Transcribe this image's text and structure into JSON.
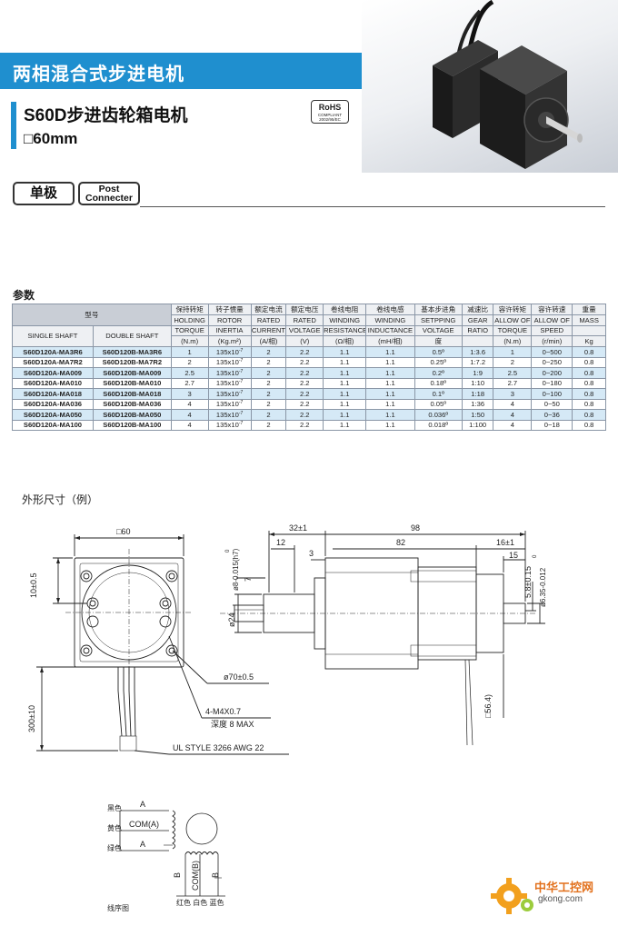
{
  "header": {
    "category": "两相混合式步进电机",
    "model_title": "S60D步进齿轮箱电机",
    "size_box": "□",
    "size_value": "60mm",
    "rohs_main": "RoHS",
    "rohs_sub1": "COMPLIANT",
    "rohs_sub2": "2002/95/EC"
  },
  "buttons": {
    "single": "单极",
    "post_line1": "Post",
    "post_line2": "Connecter"
  },
  "params": {
    "title": "参数",
    "model_label": "型号",
    "single_shaft": "SINGLE SHAFT",
    "double_shaft": "DOUBLE SHAFT",
    "columns": [
      {
        "cn": "保持转矩",
        "en": "HOLDING",
        "unit": "TORQUE",
        "u2": "(N.m)"
      },
      {
        "cn": "转子惯量",
        "en": "ROTOR",
        "unit": "INERTIA",
        "u2": "(Kg.m²)"
      },
      {
        "cn": "额定电流",
        "en": "RATED",
        "unit": "CURRENT",
        "u2": "(A/相)"
      },
      {
        "cn": "额定电压",
        "en": "RATED",
        "unit": "VOLTAGE",
        "u2": "(V)"
      },
      {
        "cn": "卷线电阻",
        "en": "WINDING",
        "unit": "RESISTANCE",
        "u2": "(Ω/相)"
      },
      {
        "cn": "卷线电感",
        "en": "WINDING",
        "unit": "INDUCTANCE",
        "u2": "(mH/相)"
      },
      {
        "cn": "基本步进角",
        "en": "SETPPING",
        "unit": "VOLTAGE",
        "u2": "度"
      },
      {
        "cn": "减速比",
        "en": "GEAR",
        "unit": "RATIO",
        "u2": ""
      },
      {
        "cn": "容许转矩",
        "en": "ALLOW OF",
        "unit": "TORQUE",
        "u2": "(N.m)"
      },
      {
        "cn": "容许转速",
        "en": "ALLOW OF",
        "unit": "SPEED",
        "u2": "(r/min)"
      },
      {
        "cn": "重量",
        "en": "MASS",
        "unit": "",
        "u2": "Kg"
      }
    ],
    "inertia_base": "135x10",
    "inertia_exp": "-7",
    "rows": [
      [
        "S60D120A-MA3R6",
        "S60D120B-MA3R6",
        "1",
        "2",
        "2.2",
        "1.1",
        "1.1",
        "0.5º",
        "1:3.6",
        "1",
        "0~500",
        "0.8"
      ],
      [
        "S60D120A-MA7R2",
        "S60D120B-MA7R2",
        "2",
        "2",
        "2.2",
        "1.1",
        "1.1",
        "0.25º",
        "1:7.2",
        "2",
        "0~250",
        "0.8"
      ],
      [
        "S60D120A-MA009",
        "S60D120B-MA009",
        "2.5",
        "2",
        "2.2",
        "1.1",
        "1.1",
        "0.2º",
        "1:9",
        "2.5",
        "0~200",
        "0.8"
      ],
      [
        "S60D120A-MA010",
        "S60D120B-MA010",
        "2.7",
        "2",
        "2.2",
        "1.1",
        "1.1",
        "0.18º",
        "1:10",
        "2.7",
        "0~180",
        "0.8"
      ],
      [
        "S60D120A-MA018",
        "S60D120B-MA018",
        "3",
        "2",
        "2.2",
        "1.1",
        "1.1",
        "0.1º",
        "1:18",
        "3",
        "0~100",
        "0.8"
      ],
      [
        "S60D120A-MA036",
        "S60D120B-MA036",
        "4",
        "2",
        "2.2",
        "1.1",
        "1.1",
        "0.05º",
        "1:36",
        "4",
        "0~50",
        "0.8"
      ],
      [
        "S60D120A-MA050",
        "S60D120B-MA050",
        "4",
        "2",
        "2.2",
        "1.1",
        "1.1",
        "0.036º",
        "1:50",
        "4",
        "0~36",
        "0.8"
      ],
      [
        "S60D120A-MA100",
        "S60D120B-MA100",
        "4",
        "2",
        "2.2",
        "1.1",
        "1.1",
        "0.018º",
        "1:100",
        "4",
        "0~18",
        "0.8"
      ]
    ]
  },
  "drawing": {
    "title": "外形尺寸（例）",
    "dim_front": "□60",
    "dim_10": "10±0.5",
    "dim_300": "300±10",
    "dim_70": "ø70±0.5",
    "screw": "4-M4X0.7",
    "depth": "深度 8 MAX",
    "cable": "UL STYLE 3266 AWG 22",
    "dim_32": "32±1",
    "dim_98": "98",
    "dim_12": "12",
    "dim_3": "3",
    "dim_82": "82",
    "dim_16": "16±1",
    "dim_15": "15",
    "dim_7": "7",
    "dim_8": "ø8-0.015(h7)",
    "dim_8_zero": "0",
    "dim_24": "ø24",
    "dim_58": "5.8±0.15",
    "dim_635": "ø6.35-0.012",
    "dim_635_zero": "0",
    "dim_564": "□56.4)"
  },
  "wiring": {
    "title": "线序图",
    "black": "黑色",
    "yellow": "黄色",
    "green": "绿色",
    "a": "A",
    "com_a": "COM(A)",
    "a_bar": "A",
    "b": "B",
    "com_b": "COM(B)",
    "b_bar": "B",
    "colors_bottom": "红色 白色 蓝色"
  },
  "watermark": {
    "brand": "中华工控网",
    "domain": "gkong.com"
  }
}
